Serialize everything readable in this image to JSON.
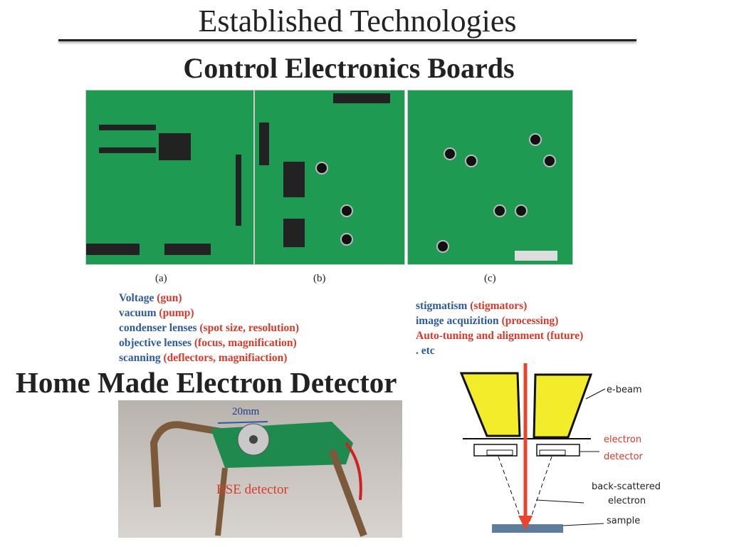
{
  "title": "Established Technologies",
  "subtitle": "Control Electronics Boards",
  "boards": [
    {
      "label": "(a)"
    },
    {
      "label": "(b)"
    },
    {
      "label": "(c)"
    }
  ],
  "left_list": [
    {
      "item": "Voltage",
      "detail": "(gun)"
    },
    {
      "item": "vacuum",
      "detail": "(pump)"
    },
    {
      "item": "condenser lenses",
      "detail": "(spot size, resolution)"
    },
    {
      "item": "objective lenses",
      "detail": "(focus, magnification)"
    },
    {
      "item": "scanning",
      "detail": "(deflectors, magnifiaction)"
    }
  ],
  "right_list": [
    {
      "item": "stigmatism",
      "detail": "(stigmators)"
    },
    {
      "item": "image acquizition",
      "detail": "(processing)"
    },
    {
      "item": "",
      "detail": "Auto-tuning and alignment (future)"
    },
    {
      "item": ". etc",
      "detail": ""
    }
  ],
  "heading2": "Home Made Electron Detector",
  "photo": {
    "scale_label": "20mm",
    "caption": "BSE detector"
  },
  "diagram": {
    "e_beam": "e-beam",
    "detector_line1": "electron",
    "detector_line2": "detector",
    "bse_line1": "back-scattered",
    "bse_line2": "electron",
    "sample": "sample"
  },
  "colors": {
    "blue": "#2e5aa0",
    "red": "#d83a2a",
    "yellow": "#f2ec2a",
    "beam": "#e8452c"
  }
}
